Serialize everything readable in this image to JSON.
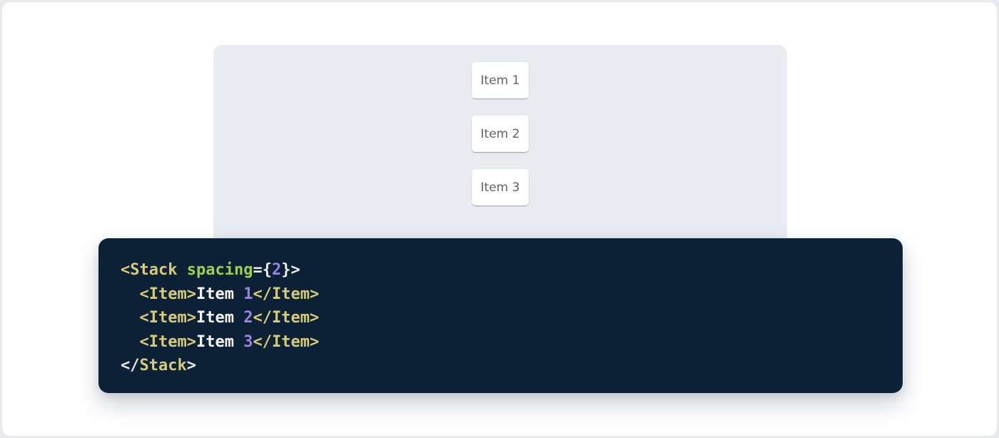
{
  "page": {
    "background": "#E8EAEE",
    "card_background": "#FFFFFF"
  },
  "demo": {
    "panel_background": "#E9ECF0",
    "items": [
      "Item 1",
      "Item 2",
      "Item 3"
    ]
  },
  "code": {
    "background": "#0D2136",
    "colors": {
      "tag": "#D5CB78",
      "attr": "#9CD14C",
      "num": "#9C83E0",
      "text": "#F5F4F0",
      "punct": "#EDEDEA"
    },
    "lines": [
      {
        "tokens": [
          [
            "tag",
            "<Stack"
          ],
          [
            "text",
            " "
          ],
          [
            "attr",
            "spacing"
          ],
          [
            "punct",
            "="
          ],
          [
            "punct",
            "{"
          ],
          [
            "num",
            "2"
          ],
          [
            "punct",
            "}"
          ],
          [
            "punct",
            ">"
          ]
        ]
      },
      {
        "tokens": [
          [
            "text",
            "  "
          ],
          [
            "tag",
            "<Item>"
          ],
          [
            "text",
            "Item "
          ],
          [
            "num",
            "1"
          ],
          [
            "tag",
            "</Item>"
          ]
        ]
      },
      {
        "tokens": [
          [
            "text",
            "  "
          ],
          [
            "tag",
            "<Item>"
          ],
          [
            "text",
            "Item "
          ],
          [
            "num",
            "2"
          ],
          [
            "tag",
            "</Item>"
          ]
        ]
      },
      {
        "tokens": [
          [
            "text",
            "  "
          ],
          [
            "tag",
            "<Item>"
          ],
          [
            "text",
            "Item "
          ],
          [
            "num",
            "3"
          ],
          [
            "tag",
            "</Item>"
          ]
        ]
      },
      {
        "tokens": [
          [
            "punct",
            "</"
          ],
          [
            "tag",
            "Stack"
          ],
          [
            "punct",
            ">"
          ]
        ]
      }
    ]
  }
}
